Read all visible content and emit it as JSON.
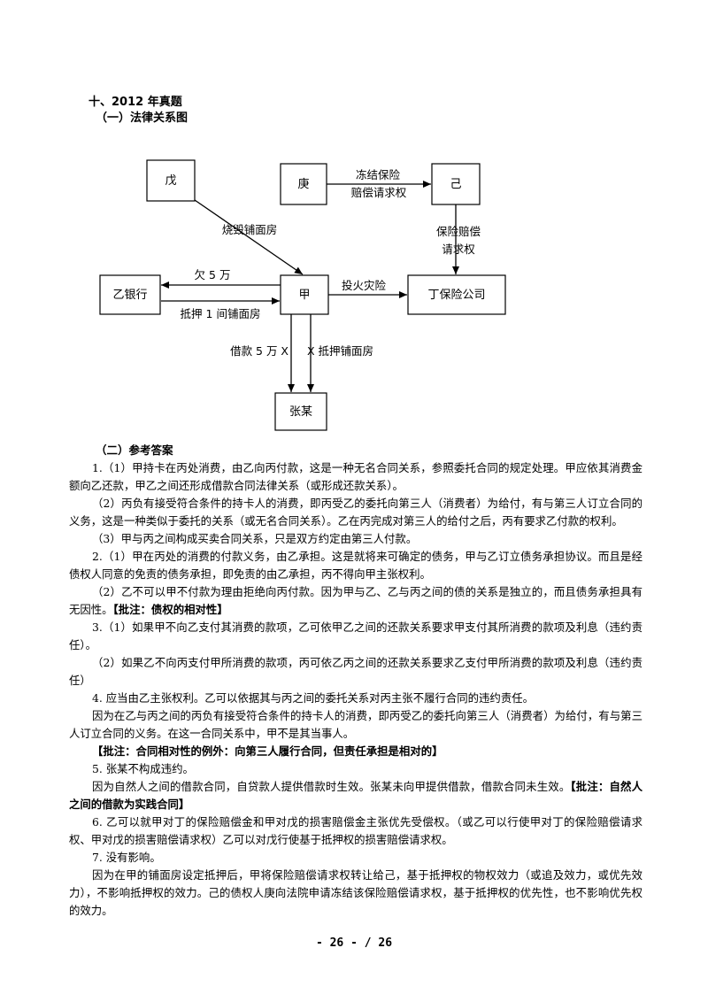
{
  "header": {
    "title": "十、2012 年真题",
    "subtitle": "（一）法律关系图"
  },
  "diagram": {
    "nodes": {
      "wu": "戊",
      "geng": "庚",
      "ji": "己",
      "yi_bank": "乙银行",
      "jia": "甲",
      "ding": "丁保险公司",
      "zhang": "张某"
    },
    "edges": {
      "geng_ji_line1": "冻结保险",
      "geng_ji_line2": "赔偿请求权",
      "wu_jia": "烧毁铺面房",
      "ji_ding_line1": "保险赔偿",
      "ji_ding_line2": "请求权",
      "jia_yi_top": "欠 5 万",
      "yi_jia_bottom": "抵押 1 间铺面房",
      "jia_ding": "投火灾险",
      "jia_zhang_left": "借款 5 万 X",
      "jia_zhang_right": "X 抵押铺面房"
    }
  },
  "answers": {
    "heading": "（二）参考答案",
    "p1": "1.（1）甲持卡在丙处消费，由乙向丙付款，这是一种无名合同关系，参照委托合同的规定处理。甲应依其消费金额向乙还款，甲乙之间还形成借款合同法律关系（或形成还款关系）。",
    "p2": "（2）丙负有接受符合条件的持卡人的消费，即丙受乙的委托向第三人（消费者）为给付，有与第三人订立合同的义务，这是一种类似于委托的关系（或无名合同关系）。乙在丙完成对第三人的给付之后，丙有要求乙付款的权利。",
    "p3": "（3）甲与丙之间构成买卖合同关系，只是双方约定由第三人付款。",
    "p4": "2.（1）甲在丙处的消费的付款义务，由乙承担。这是就将来可确定的债务，甲与乙订立债务承担协议。而且是经债权人同意的免责的债务承担，即免责的由乙承担，丙不得向甲主张权利。",
    "p5_text": "（2）乙不可以甲不付款为理由拒绝向丙付款。因为甲与乙、乙与丙之间的债的关系是独立的，而且债务承担具有无因性。",
    "p5_note": "【批注：债权的相对性】",
    "p6": "3.（1）如果甲不向乙支付其消费的款项，乙可依甲乙之间的还款关系要求甲支付其所消费的款项及利息（违约责任）。",
    "p7": "（2）如果乙不向丙支付甲所消费的款项，丙可依乙丙之间的还款关系要求乙支付甲所消费的款项及利息（违约责任）",
    "p8": "4. 应当由乙主张权利。乙可以依据其与丙之间的委托关系对丙主张不履行合同的违约责任。",
    "p9": "因为在乙与丙之间的丙负有接受符合条件的持卡人的消费，即丙受乙的委托向第三人（消费者）为给付，有与第三人订立合同的义务。在这一合同关系中，甲不是其当事人。",
    "p10_note": "【批注：合同相对性的例外：向第三人履行合同，但责任承担是相对的】",
    "p11": "5. 张某不构成违约。",
    "p12_text": "因为自然人之间的借款合同，自贷款人提供借款时生效。张某未向甲提供借款，借款合同未生效。",
    "p12_note": "【批注：自然人之间的借款为实践合同】",
    "p13": "6. 乙可以就甲对丁的保险赔偿金和甲对戊的损害赔偿金主张优先受偿权。（或乙可以行使甲对丁的保险赔偿请求权、甲对戊的损害赔偿请求权）乙可以对戊行使基于抵押权的损害赔偿请求权。",
    "p14": "7. 没有影响。",
    "p15": "因为在甲的铺面房设定抵押后，甲将保险赔偿请求权转让给己，基于抵押权的物权效力（或追及效力，或优先效力），不影响抵押权的效力。己的债权人庚向法院申请冻结该保险赔偿请求权，基于抵押权的优先性，也不影响优先权的效力。"
  },
  "footer": {
    "page": "- 26 - / 26"
  }
}
